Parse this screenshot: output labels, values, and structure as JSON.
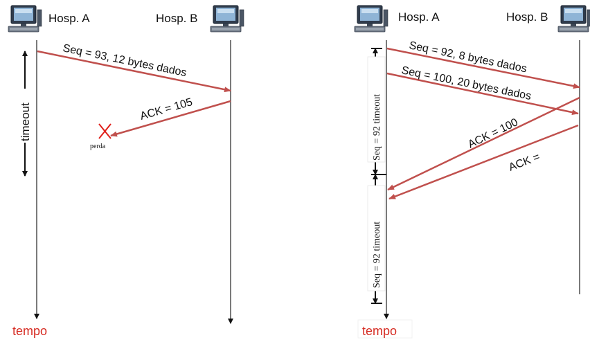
{
  "colors": {
    "arrow": "#c0504d",
    "loss_mark": "#e0201b",
    "time_label": "#d62b22",
    "line": "#333333"
  },
  "left": {
    "host_a": "Hosp. A",
    "host_b": "Hosp. B",
    "msg_seq": "Seq = 93, 12 bytes dados",
    "msg_ack": "ACK = 105",
    "timeout": "timeout",
    "loss": "perda",
    "time": "tempo"
  },
  "right": {
    "host_a": "Hosp. A",
    "host_b": "Hosp. B",
    "msg_seq1": "Seq = 92, 8 bytes dados",
    "msg_seq2": "Seq = 100, 20 bytes dados",
    "msg_ack1": "ACK = 100",
    "msg_ack2": "ACK =",
    "timeout1": "Seq = 92 timeout",
    "timeout2": "Seq = 92 timeout",
    "time": "tempo"
  },
  "icons": [
    "computer-icon",
    "computer-icon",
    "computer-icon",
    "computer-icon"
  ]
}
